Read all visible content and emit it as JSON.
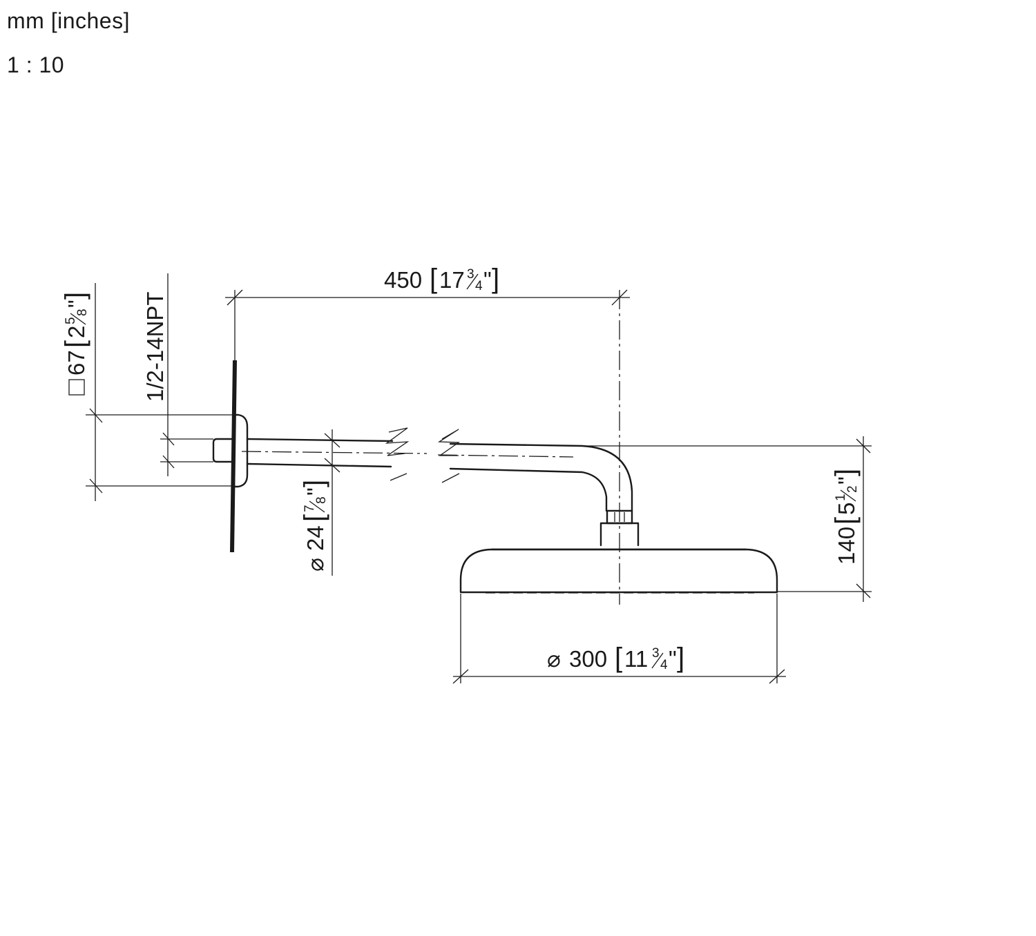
{
  "header": {
    "units": "mm [inches]",
    "scale": "1 : 10"
  },
  "dimensions": {
    "projection": {
      "mm": "450",
      "in_whole": "17",
      "in_num": "3",
      "in_den": "4"
    },
    "escutcheon": {
      "symbol": "□",
      "mm": "67",
      "in_whole": "2",
      "in_num": "5",
      "in_den": "8"
    },
    "thread": {
      "label": "1/2-14NPT"
    },
    "arm_diameter": {
      "symbol": "⌀",
      "mm": "24",
      "in_whole": "",
      "in_num": "7",
      "in_den": "8"
    },
    "drop": {
      "mm": "140",
      "in_whole": "5",
      "in_num": "1",
      "in_den": "2"
    },
    "head_diameter": {
      "symbol": "⌀",
      "mm": "300",
      "in_whole": "11",
      "in_num": "3",
      "in_den": "4"
    }
  },
  "colors": {
    "line": "#1a1a1a",
    "background": "#ffffff"
  }
}
